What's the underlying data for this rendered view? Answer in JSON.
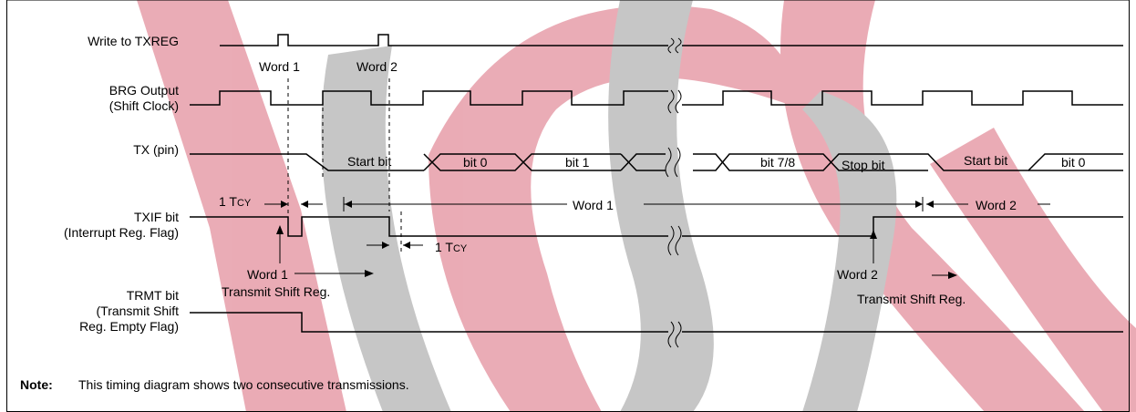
{
  "signals": {
    "write_txreg": "Write to TXREG",
    "brg_output_line1": "BRG Output",
    "brg_output_line2": "(Shift Clock)",
    "tx_pin": "TX (pin)",
    "txif_line1": "TXIF bit",
    "txif_line2": "(Interrupt Reg. Flag)",
    "trmt_line1": "TRMT bit",
    "trmt_line2": "(Transmit Shift",
    "trmt_line3": "Reg. Empty Flag)"
  },
  "tx_fields": {
    "start_bit_1": "Start bit",
    "bit0_1": "bit 0",
    "bit1": "bit 1",
    "bit78": "bit 7/8",
    "stop_bit": "Stop bit",
    "start_bit_2": "Start bit",
    "bit0_2": "bit 0"
  },
  "annotations": {
    "word1_write": "Word 1",
    "word2_write": "Word 2",
    "tcy_left_1": "1 T",
    "tcy_left_sub": "CY",
    "tcy_right_1": "1 T",
    "tcy_right_sub": "CY",
    "word1_span": "Word 1",
    "word2_span": "Word 2",
    "word1_tsr_1": "Word 1",
    "word1_tsr_2": "Transmit Shift Reg.",
    "word2_tsr_1": "Word 2",
    "word2_tsr_2": "Transmit Shift Reg."
  },
  "note": {
    "label": "Note:",
    "text": "This timing diagram shows two consecutive transmissions."
  },
  "colors": {
    "watermark_red": "#e8a3ae",
    "watermark_gray": "#c0c0c0",
    "ink": "#000000"
  }
}
